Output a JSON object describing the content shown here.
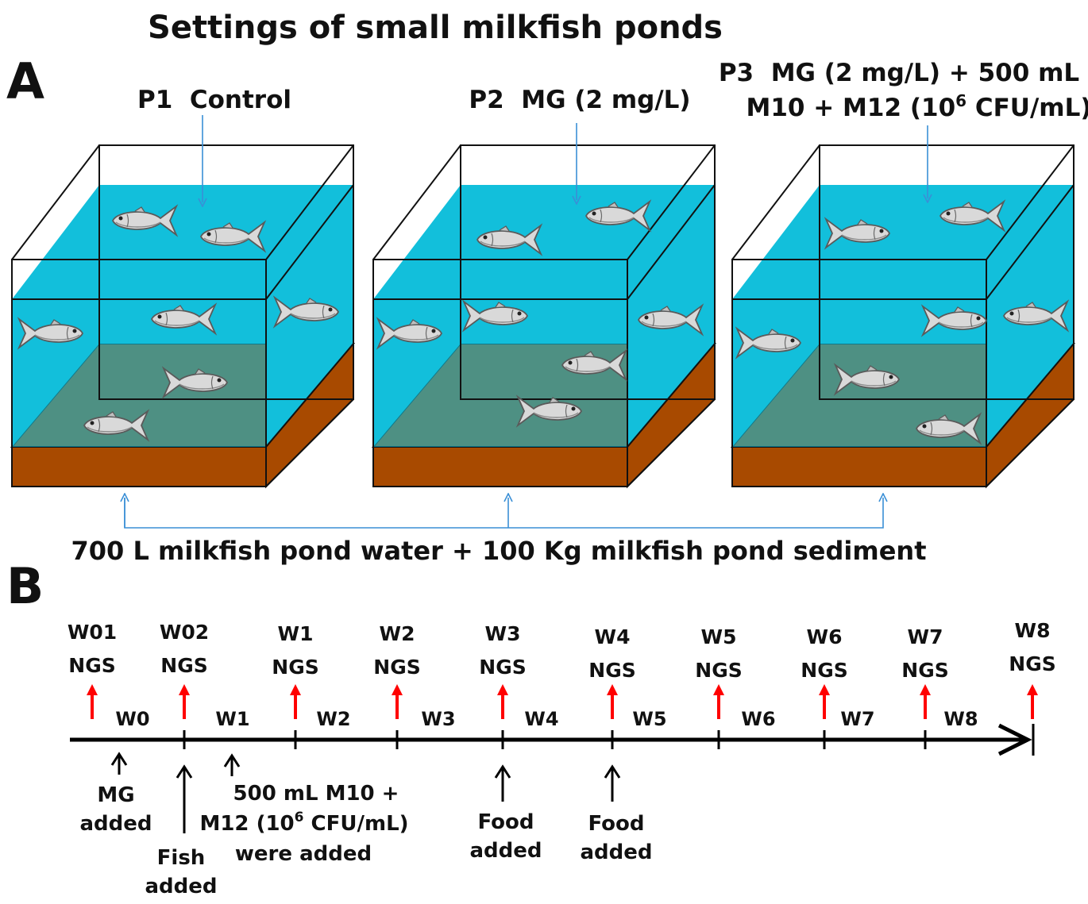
{
  "title": "Settings of small milkfish ponds",
  "panel_a": "A",
  "panel_b": "B",
  "colors": {
    "water": "#12BFDB",
    "sediment": "#A84A00",
    "annotation_arrow": "#3A8FD6",
    "ngs_arrow": "#FF0000"
  },
  "ponds": [
    {
      "id": "P1",
      "lines": [
        "P1  Control"
      ]
    },
    {
      "id": "P2",
      "lines": [
        "P2  MG (2 mg/L)"
      ]
    },
    {
      "id": "P3",
      "lines": [
        "P3  MG (2 mg/L) + 500 mL",
        "M10 + M12 (10",
        "6",
        " CFU/mL)"
      ]
    }
  ],
  "bottom_label": "700 L milkfish pond water + 100 Kg milkfish pond sediment",
  "timeline": {
    "sampling": [
      {
        "label": "W01",
        "method": "NGS"
      },
      {
        "label": "W02",
        "method": "NGS"
      },
      {
        "label": "W1",
        "method": "NGS"
      },
      {
        "label": "W2",
        "method": "NGS"
      },
      {
        "label": "W3",
        "method": "NGS"
      },
      {
        "label": "W4",
        "method": "NGS"
      },
      {
        "label": "W5",
        "method": "NGS"
      },
      {
        "label": "W6",
        "method": "NGS"
      },
      {
        "label": "W7",
        "method": "NGS"
      },
      {
        "label": "W8",
        "method": "NGS"
      }
    ],
    "segments": [
      "W0",
      "W1",
      "W2",
      "W3",
      "W4",
      "W5",
      "W6",
      "W7",
      "W8"
    ],
    "events": [
      {
        "lines": [
          "MG",
          "added"
        ]
      },
      {
        "lines": [
          "Fish",
          "added"
        ]
      },
      {
        "lines": [
          "500 mL M10 +",
          "M12 (10",
          "6",
          " CFU/mL)",
          "were added"
        ]
      },
      {
        "lines": [
          "Food",
          "added"
        ]
      },
      {
        "lines": [
          "Food",
          "added"
        ]
      }
    ]
  }
}
